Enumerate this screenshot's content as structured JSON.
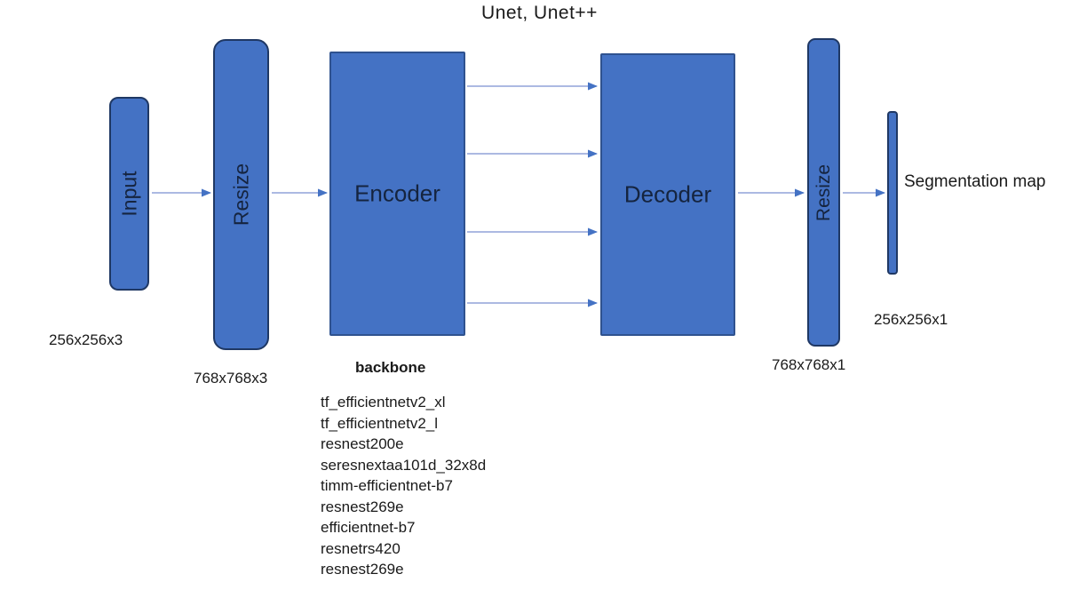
{
  "title": "Unet, Unet++",
  "nodes": {
    "input": {
      "label": "Input",
      "dim": "256x256x3"
    },
    "resize_in": {
      "label": "Resize",
      "dim": "768x768x3"
    },
    "encoder": {
      "label": "Encoder"
    },
    "decoder": {
      "label": "Decoder"
    },
    "resize_out": {
      "label": "Resize",
      "dim": "768x768x1"
    },
    "segmentation_map": {
      "label": "Segmentation map",
      "dim": "256x256x1"
    }
  },
  "backbone": {
    "heading": "backbone",
    "items": [
      "tf_efficientnetv2_xl",
      "tf_efficientnetv2_l",
      "resnest200e",
      "seresnextaa101d_32x8d",
      "timm-efficientnet-b7",
      "resnest269e",
      "efficientnet-b7",
      "resnetrs420",
      "resnest269e"
    ]
  },
  "colors": {
    "node-fill": "#4472c4",
    "node-border": "#2f528f",
    "node-border-dark": "#1f3864",
    "arrow-line": "#7b8fd1",
    "arrow-head": "#4472c4",
    "node-text": "#15243f",
    "label-text": "#1a1a1a"
  }
}
